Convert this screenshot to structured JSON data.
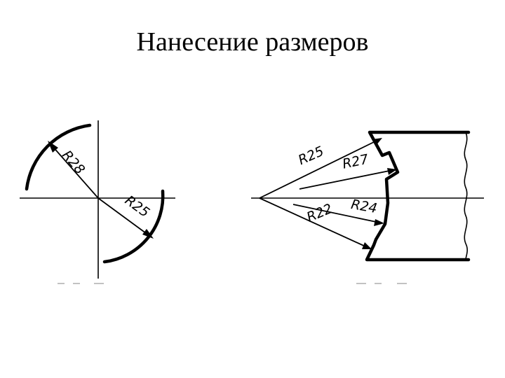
{
  "title": "Нанесение размеров",
  "figure_left": {
    "labels": {
      "r_outer": "R28",
      "r_inner": "R25"
    }
  },
  "figure_right": {
    "labels": {
      "r1": "R25",
      "r2": "R27",
      "r3": "R22",
      "r4": "R24"
    }
  }
}
